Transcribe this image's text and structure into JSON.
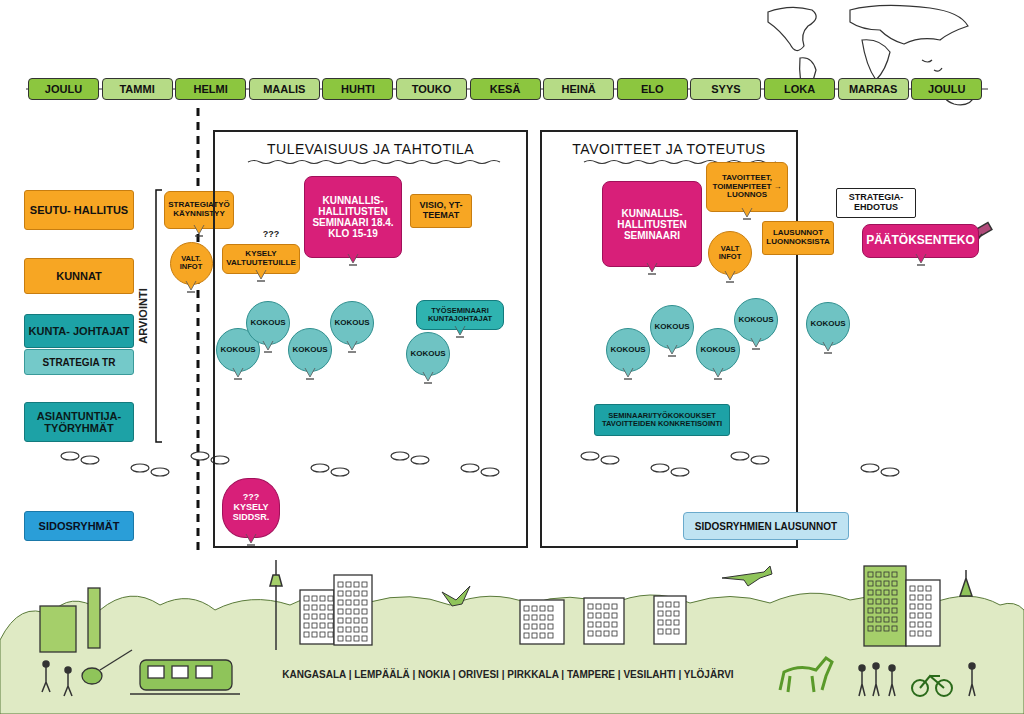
{
  "diagram": {
    "nodes": [
      {
        "text": [
          "JOULU"
        ]
      },
      {
        "text": [
          "TAMMI"
        ]
      },
      {
        "text": [
          "HELMI"
        ]
      },
      {
        "text": [
          "MAALIS"
        ]
      },
      {
        "text": [
          "HUHTI"
        ]
      },
      {
        "text": [
          "TOUKO"
        ]
      },
      {
        "text": [
          "KESÄ"
        ]
      },
      {
        "text": [
          "HEINÄ"
        ]
      },
      {
        "text": [
          "ELO"
        ]
      },
      {
        "text": [
          "SYYS"
        ]
      },
      {
        "text": [
          "LOKA"
        ]
      },
      {
        "text": [
          "MARRAS"
        ]
      },
      {
        "text": [
          "JOULU"
        ]
      },
      {
        "text": [
          "SEUTU- HALLITUS"
        ]
      },
      {
        "text": [
          "KUNNAT"
        ]
      },
      {
        "text": [
          "KUNTA- JOHTAJAT"
        ]
      },
      {
        "text": [
          "STRATEGIA TR"
        ]
      },
      {
        "text": [
          "ASIANTUNTIJA- TYÖRYHMÄT"
        ]
      },
      {
        "text": [
          "SIDOSRYHMÄT"
        ]
      },
      {
        "text": [
          "STRATEGIATYÖ KÄYNNISTYY"
        ]
      },
      {
        "text": [
          "VALT. INFOT"
        ]
      },
      {
        "text": [
          "TULEVAISUUS JA TAHTOTILA"
        ]
      },
      {
        "text": [
          "KYSELY VALTUUTETUILLE"
        ],
        "in": 21
      },
      {
        "text": [
          "KUNNALLIS- HALLITUSTEN SEMINAARI 18.4. KLO 15-19"
        ],
        "in": 21
      },
      {
        "text": [
          "VISIO, YT-TEEMAT"
        ],
        "in": 21
      },
      {
        "text": [
          "KOKOUS"
        ],
        "in": 21
      },
      {
        "text": [
          "KOKOUS"
        ],
        "in": 21
      },
      {
        "text": [
          "KOKOUS"
        ],
        "in": 21
      },
      {
        "text": [
          "KOKOUS"
        ],
        "in": 21
      },
      {
        "text": [
          "TYÖSEMINAARI KUNTAJOHTAJAT"
        ],
        "in": 21
      },
      {
        "text": [
          "KOKOUS"
        ],
        "in": 21
      },
      {
        "text": [
          "???",
          "KYSELY SIDDSR."
        ],
        "in": 21
      },
      {
        "text": [
          "TAVOITTEET JA TOTEUTUS"
        ]
      },
      {
        "text": [
          "KUNNALLIS- HALLITUSTEN SEMINAARI"
        ],
        "in": 32
      },
      {
        "text": [
          "TAVOITTEET, TOIMENPITEET → LUONNOS"
        ],
        "in": 32
      },
      {
        "text": [
          "VALT INFOT"
        ],
        "in": 32
      },
      {
        "text": [
          "LAUSUNNOT LUONNOKSISTA"
        ]
      },
      {
        "text": [
          "KOKOUS"
        ],
        "in": 32
      },
      {
        "text": [
          "KOKOUS"
        ],
        "in": 32
      },
      {
        "text": [
          "KOKOUS"
        ],
        "in": 32
      },
      {
        "text": [
          "KOKOUS"
        ],
        "in": 32
      },
      {
        "text": [
          "SEMINAARI/TYÖKOKOUKSET TAVOITTEIDEN KONKRETISOINTI"
        ],
        "in": 32
      },
      {
        "text": [
          "SIDOSRYHMIEN LAUSUNNOT"
        ]
      },
      {
        "text": [
          "KOKOUS"
        ]
      },
      {
        "text": [
          "STRATEGIA- EHDOTUS"
        ]
      },
      {
        "text": [
          "PÄÄTÖKSENTEKO"
        ]
      }
    ],
    "labels": [
      "ARVIOINTI",
      "???",
      "KANGASALA | LEMPÄÄLÄ | NOKIA | ORIVESI | PIRKKALA | TAMPERE | VESILAHTI | YLÖJÄRVI"
    ]
  }
}
